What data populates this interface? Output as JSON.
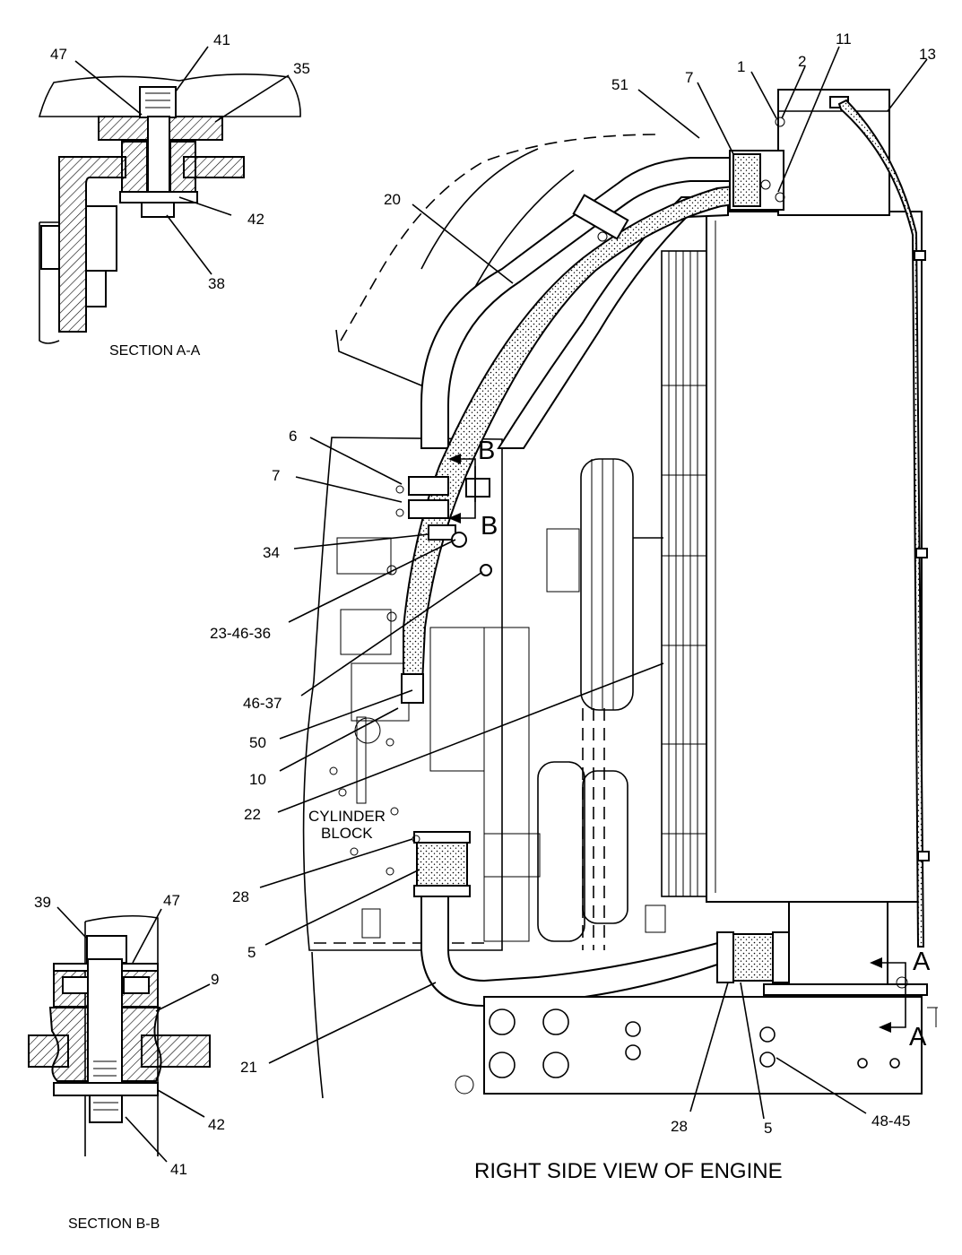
{
  "title": "RIGHT SIDE VIEW OF ENGINE",
  "sections": {
    "a": "SECTION A-A",
    "b": "SECTION B-B"
  },
  "section_markers": {
    "b_top": "B",
    "b_bottom": "B",
    "a_top": "A",
    "a_bottom": "A"
  },
  "block_label": {
    "line1": "CYLINDER",
    "line2": "BLOCK"
  },
  "callouts": {
    "sa_47": "47",
    "sa_41": "41",
    "sa_35": "35",
    "sa_42": "42",
    "sa_38": "38",
    "c51": "51",
    "c7_top": "7",
    "c1": "1",
    "c2": "2",
    "c11": "11",
    "c13": "13",
    "c20": "20",
    "c6": "6",
    "c7_mid": "7",
    "c34": "34",
    "c23_46_36": "23-46-36",
    "c46_37": "46-37",
    "c50": "50",
    "c10": "10",
    "c22": "22",
    "c28_left": "28",
    "c5_left": "5",
    "c21": "21",
    "c28_bottom": "28",
    "c5_bottom": "5",
    "c48_45": "48-45",
    "sb_39": "39",
    "sb_47": "47",
    "sb_9": "9",
    "sb_42": "42",
    "sb_41": "41"
  }
}
